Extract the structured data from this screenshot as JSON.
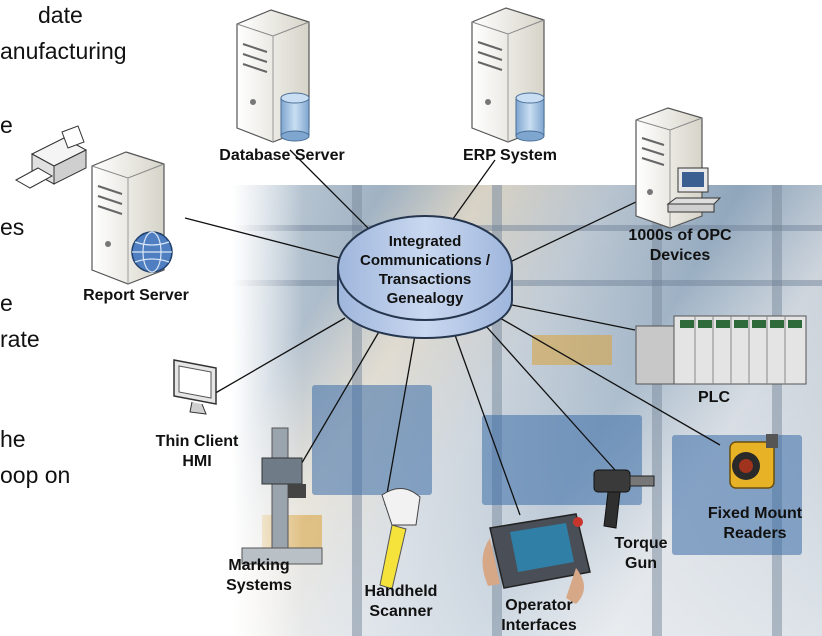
{
  "background_text": [
    "date",
    "anufacturing",
    "e",
    "es",
    "e",
    "rate",
    "he",
    "oop on"
  ],
  "hub": {
    "lines": [
      "Integrated",
      "Communications /",
      "Transactions",
      "Genealogy"
    ]
  },
  "nodes": {
    "database_server": [
      "Database Server"
    ],
    "erp_system": [
      "ERP System"
    ],
    "opc_devices": [
      "1000s of OPC",
      "Devices"
    ],
    "report_server": [
      "Report Server"
    ],
    "plc": [
      "PLC"
    ],
    "thin_client": [
      "Thin Client",
      "HMI"
    ],
    "fixed_mount": [
      "Fixed Mount",
      "Readers"
    ],
    "marking": [
      "Marking",
      "Systems"
    ],
    "handheld": [
      "Handheld",
      "Scanner"
    ],
    "operator": [
      "Operator",
      "Interfaces"
    ],
    "torque": [
      "Torque",
      "Gun"
    ]
  },
  "colors": {
    "hub_fill": "#b3c6e6",
    "hub_stroke": "#26364e",
    "server_body": "#efeee6",
    "cylinder": "#a8c8e8"
  }
}
